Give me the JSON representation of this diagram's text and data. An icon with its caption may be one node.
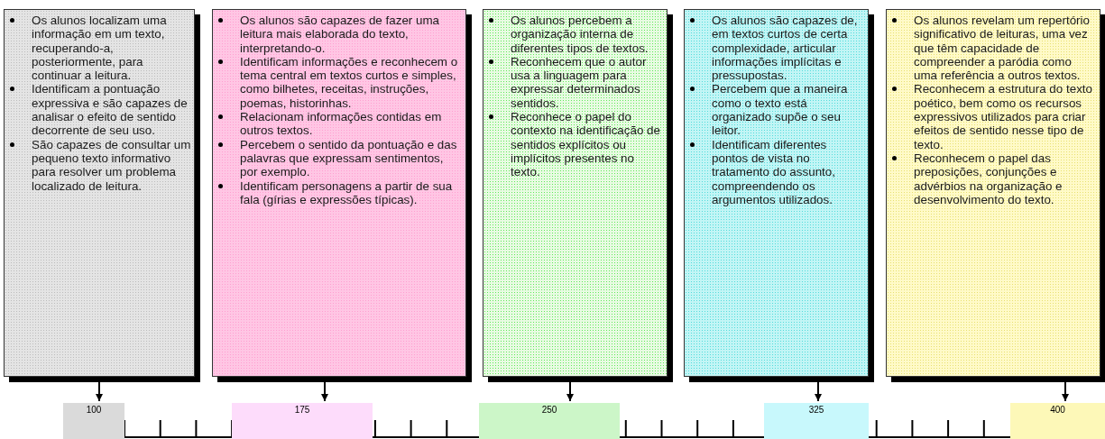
{
  "diagram": {
    "nodes": [
      {
        "text": [
          "Os alunos localizam uma informação em um texto, recuperando-a, posteriormente, para continuar a leitura.",
          "Identificam a pontuação expressiva e são capazes de analisar o efeito de sentido decorrente de seu uso.",
          "São capazes de consultar um pequeno texto informativo para resolver um problema localizado de leitura."
        ]
      },
      {
        "text": [
          "Os alunos são capazes de fazer uma leitura mais elaborada do texto, interpretando-o.",
          "Identificam informações e reconhecem o tema central em textos curtos e simples, como bilhetes, receitas, instruções, poemas, historinhas.",
          "Relacionam informações contidas em outros textos.",
          "Percebem o sentido da pontuação e das palavras que expressam sentimentos, por exemplo.",
          "Identificam personagens a partir de sua fala (gírias e expressões típicas)."
        ]
      },
      {
        "text": [
          "Os alunos percebem a organização interna de diferentes tipos de textos.",
          "Reconhecem que o autor usa a linguagem para expressar determinados sentidos.",
          "Reconhece o papel do contexto na identificação de sentidos explícitos ou implícitos presentes no texto."
        ]
      },
      {
        "text": [
          "Os alunos são capazes de, em textos curtos de certa complexidade, articular informações implícitas e pressupostas.",
          "Percebem que a maneira como o texto está organizado supõe o seu leitor.",
          "Identificam diferentes pontos de vista no tratamento do assunto, compreendendo os argumentos utilizados."
        ]
      },
      {
        "text": [
          "Os alunos revelam um repertório significativo de leituras, uma vez que têm capacidade de compreender a paródia como uma referência a outros textos.",
          "Reconhecem a estrutura do texto poético, bem como os recursos expressivos utilizados para criar efeitos de sentido nesse tipo de texto.",
          "Reconhecem o papel das preposições, conjunções e advérbios na organização e desenvolvimento do texto."
        ]
      },
      {
        "text": [
          "100"
        ]
      },
      {
        "text": [
          "175"
        ]
      },
      {
        "text": [
          "250"
        ]
      },
      {
        "text": [
          "325"
        ]
      },
      {
        "text": [
          "400"
        ]
      }
    ],
    "edges": [
      {
        "from": 0,
        "to": 5,
        "arrow": "to"
      },
      {
        "from": 1,
        "to": 6,
        "arrow": "to"
      },
      {
        "from": 2,
        "to": 7,
        "arrow": "to"
      },
      {
        "from": 3,
        "to": 8,
        "arrow": "to"
      },
      {
        "from": 4,
        "to": 9,
        "arrow": "to"
      }
    ]
  }
}
